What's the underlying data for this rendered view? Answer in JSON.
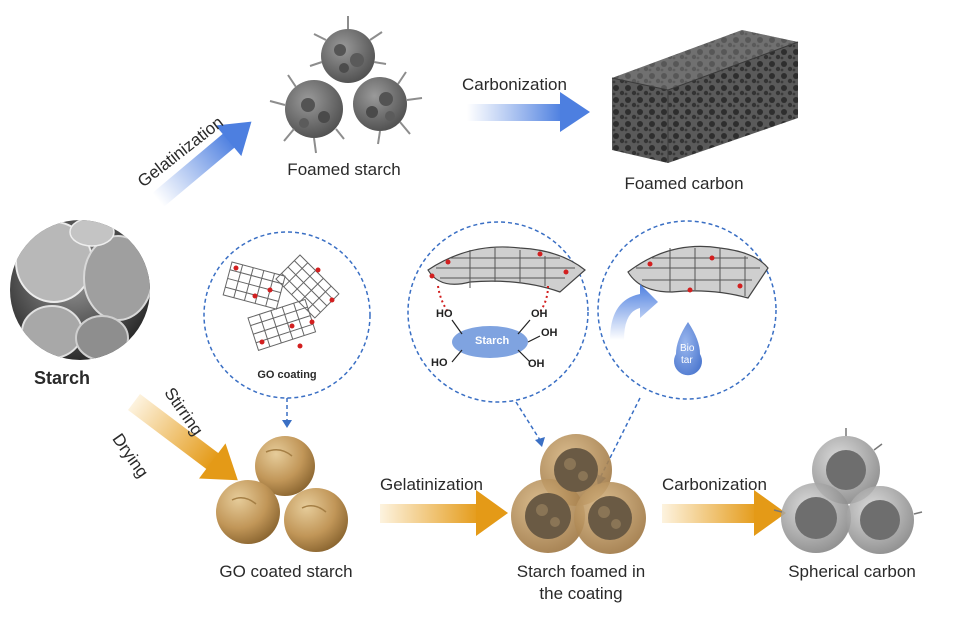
{
  "labels": {
    "starch": "Starch",
    "gelatinization_top": "Gelatinization",
    "foamed_starch": "Foamed starch",
    "carbonization_top": "Carbonization",
    "foamed_carbon": "Foamed carbon",
    "go_coating": "GO coating",
    "stirring": "Stirring",
    "drying": "Drying",
    "go_coated_starch": "GO coated starch",
    "gelatinization_bottom": "Gelatinization",
    "starch_foamed_line1": "Starch foamed in",
    "starch_foamed_line2": "the coating",
    "carbonization_bottom": "Carbonization",
    "spherical_carbon": "Spherical carbon"
  },
  "inset2": {
    "center_label": "Starch",
    "oh": "OH",
    "ho": "HO"
  },
  "inset3": {
    "drop_line1": "Bio",
    "drop_line2": "tar"
  },
  "colors": {
    "blue_arrow": "#5b86e5",
    "gold_arrow": "#e8a52a",
    "dashed_circle": "#3a6fc4",
    "go_particle": "#c9a56a",
    "foam_gray": "#6d6d6d",
    "starch_ellipse": "#7fa3e0",
    "red_atom": "#d21f1f"
  }
}
